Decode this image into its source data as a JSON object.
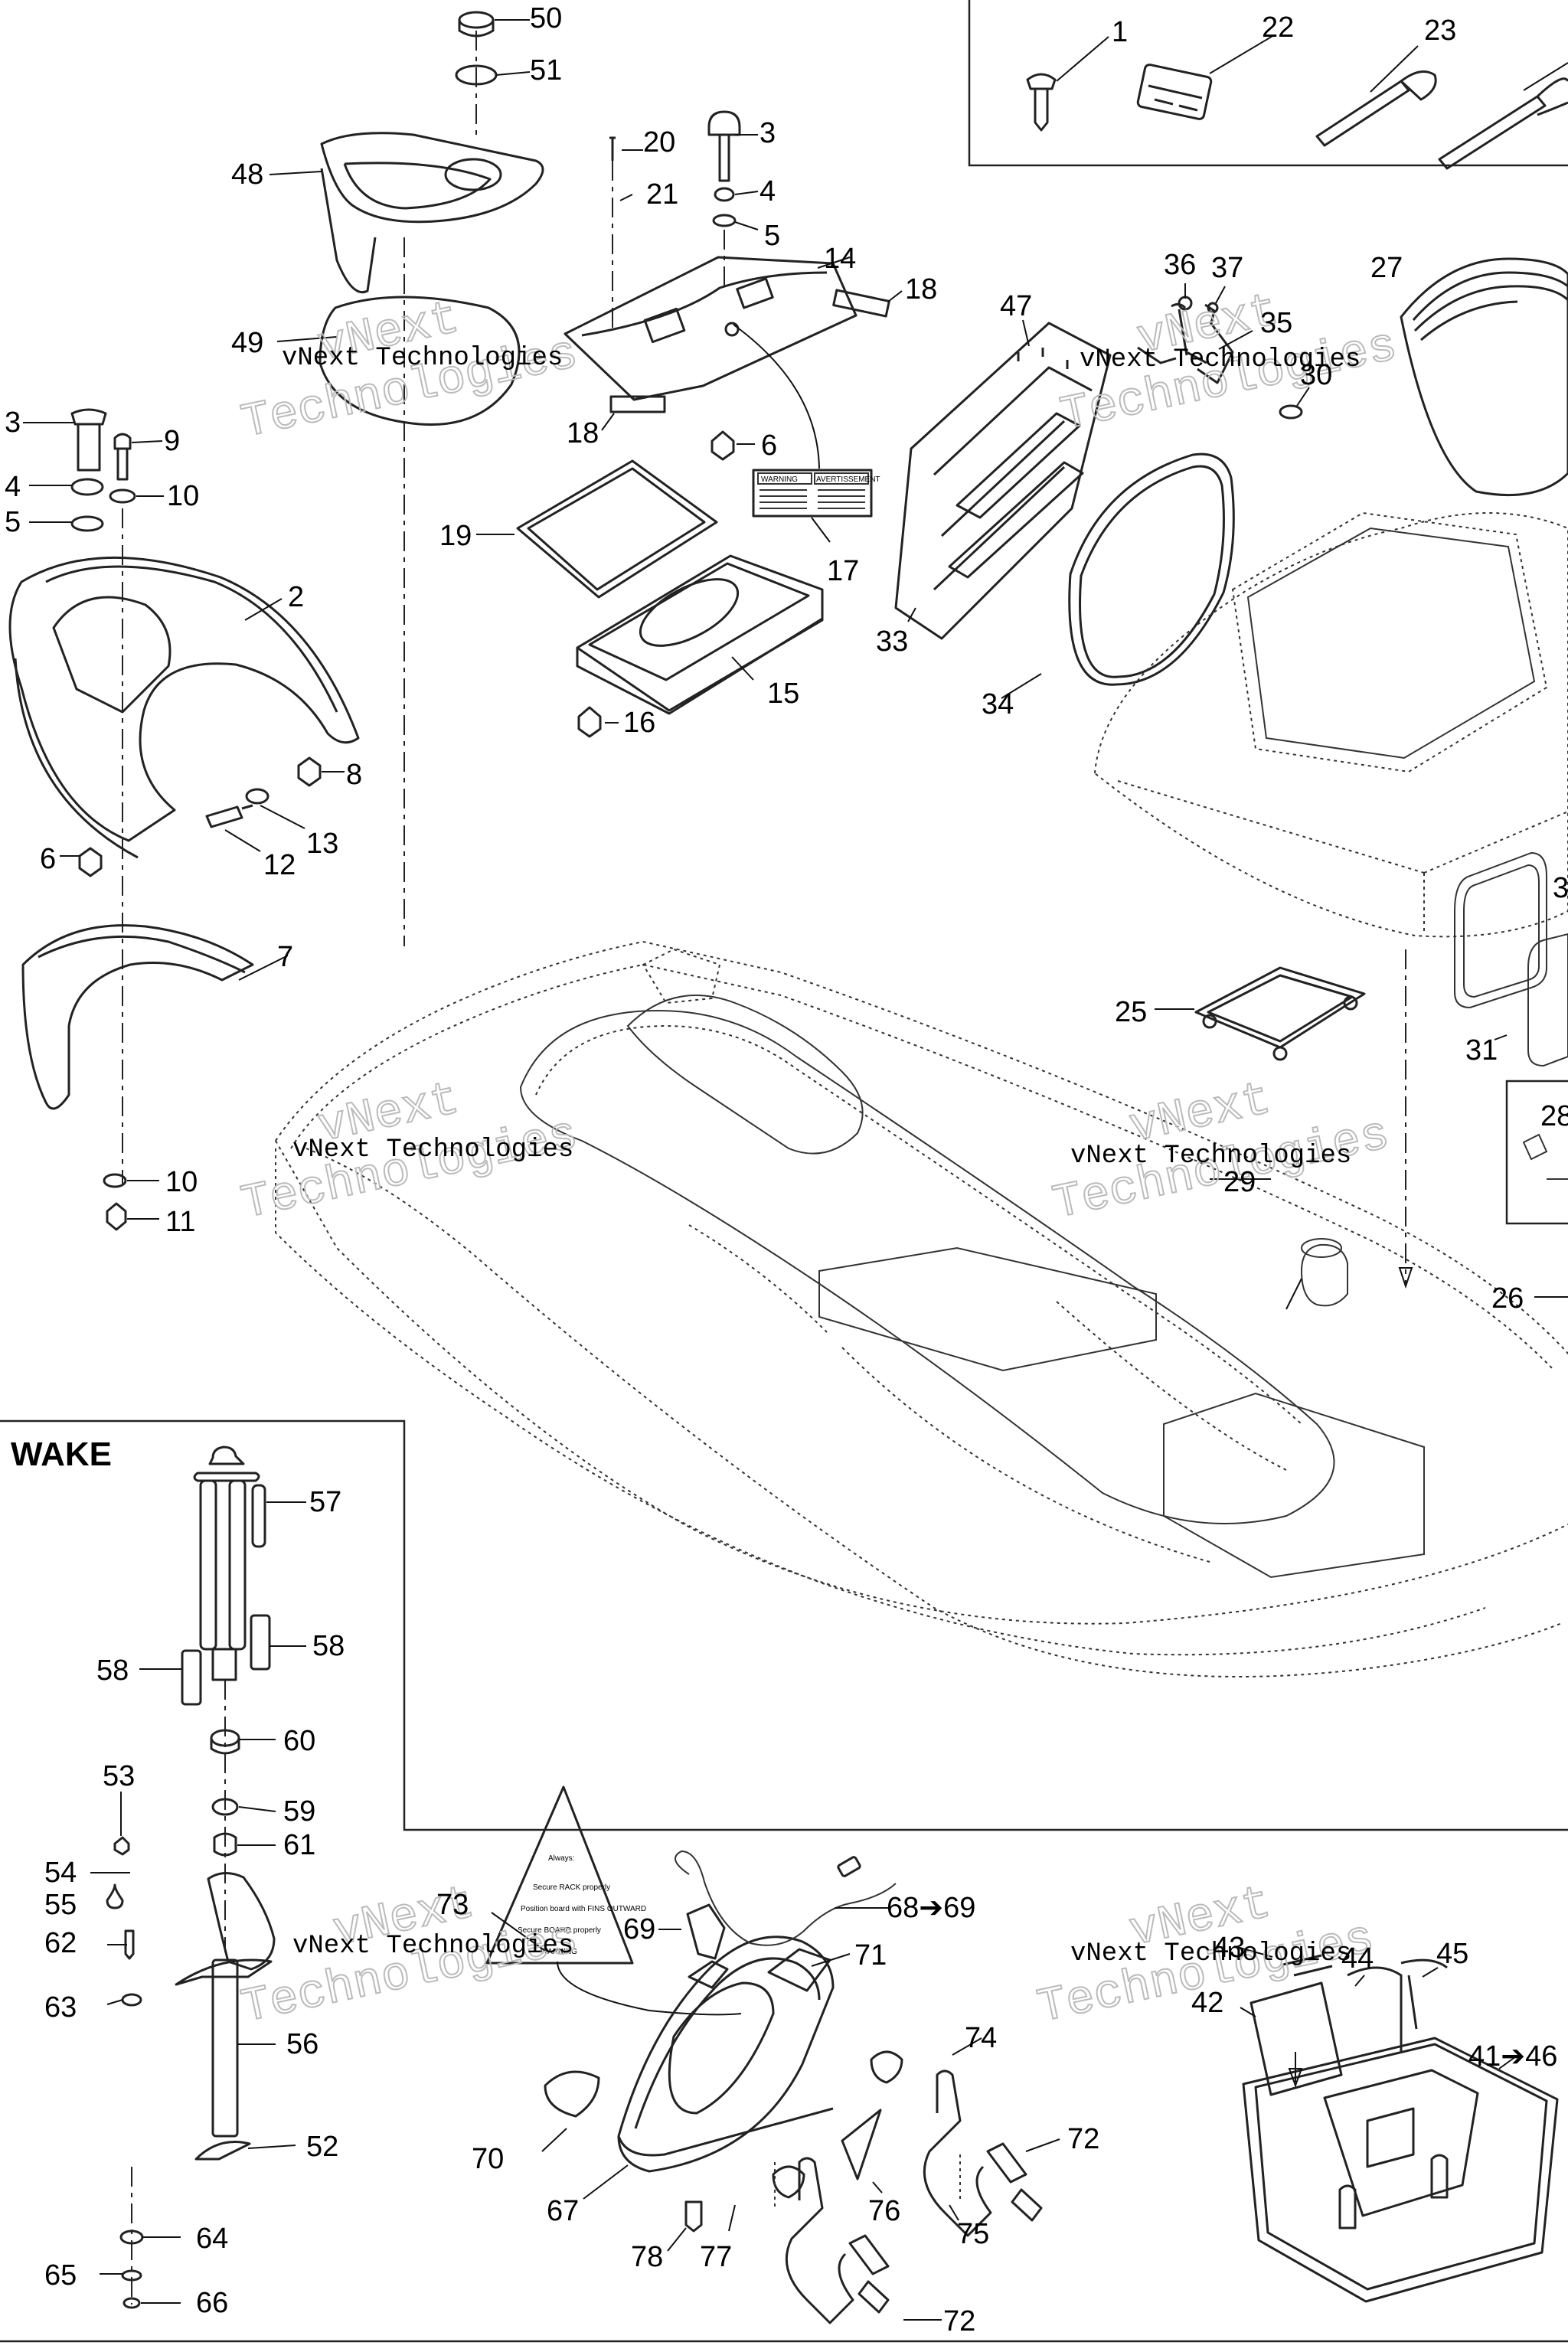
{
  "inset_label": "WAKE",
  "watermark_lines": [
    "vNext Technologies",
    "vNext",
    "Technologies"
  ],
  "decal_17": {
    "heading": "WARNING",
    "heading2": "AVERTISSEMENT"
  },
  "decal_73": {
    "heading": "Always:",
    "lines": [
      "Secure RACK properly",
      "Position board with FINS OUTWARD",
      "Secure BOARD properly"
    ],
    "footer": "WARNING"
  },
  "callouts": [
    {
      "id": "c1",
      "text": "1"
    },
    {
      "id": "c22",
      "text": "22"
    },
    {
      "id": "c23",
      "text": "23"
    },
    {
      "id": "c50",
      "text": "50"
    },
    {
      "id": "c51",
      "text": "51"
    },
    {
      "id": "c48",
      "text": "48"
    },
    {
      "id": "c49",
      "text": "49"
    },
    {
      "id": "c20",
      "text": "20"
    },
    {
      "id": "c3a",
      "text": "3"
    },
    {
      "id": "c21",
      "text": "21"
    },
    {
      "id": "c4a",
      "text": "4"
    },
    {
      "id": "c5a",
      "text": "5"
    },
    {
      "id": "c14",
      "text": "14"
    },
    {
      "id": "c18a",
      "text": "18"
    },
    {
      "id": "c18b",
      "text": "18"
    },
    {
      "id": "c6a",
      "text": "6"
    },
    {
      "id": "c17",
      "text": "17"
    },
    {
      "id": "c19",
      "text": "19"
    },
    {
      "id": "c15",
      "text": "15"
    },
    {
      "id": "c16",
      "text": "16"
    },
    {
      "id": "c47",
      "text": "47"
    },
    {
      "id": "c36",
      "text": "36"
    },
    {
      "id": "c37",
      "text": "37"
    },
    {
      "id": "c35",
      "text": "35"
    },
    {
      "id": "c27",
      "text": "27"
    },
    {
      "id": "c30",
      "text": "30"
    },
    {
      "id": "c33",
      "text": "33"
    },
    {
      "id": "c34",
      "text": "34"
    },
    {
      "id": "c3b",
      "text": "3"
    },
    {
      "id": "c9",
      "text": "9"
    },
    {
      "id": "c4b",
      "text": "4"
    },
    {
      "id": "c10a",
      "text": "10"
    },
    {
      "id": "c5b",
      "text": "5"
    },
    {
      "id": "c2",
      "text": "2"
    },
    {
      "id": "c8",
      "text": "8"
    },
    {
      "id": "c13",
      "text": "13"
    },
    {
      "id": "c12",
      "text": "12"
    },
    {
      "id": "c6b",
      "text": "6"
    },
    {
      "id": "c7",
      "text": "7"
    },
    {
      "id": "c10b",
      "text": "10"
    },
    {
      "id": "c11",
      "text": "11"
    },
    {
      "id": "c25",
      "text": "25"
    },
    {
      "id": "c31",
      "text": "31"
    },
    {
      "id": "c32",
      "text": "3"
    },
    {
      "id": "c28",
      "text": "28"
    },
    {
      "id": "c29",
      "text": "29"
    },
    {
      "id": "c26",
      "text": "26"
    },
    {
      "id": "c57",
      "text": "57"
    },
    {
      "id": "c58a",
      "text": "58"
    },
    {
      "id": "c58b",
      "text": "58"
    },
    {
      "id": "c60",
      "text": "60"
    },
    {
      "id": "c59",
      "text": "59"
    },
    {
      "id": "c61",
      "text": "61"
    },
    {
      "id": "c53",
      "text": "53"
    },
    {
      "id": "c54",
      "text": "54"
    },
    {
      "id": "c55",
      "text": "55"
    },
    {
      "id": "c62",
      "text": "62"
    },
    {
      "id": "c63",
      "text": "63"
    },
    {
      "id": "c56",
      "text": "56"
    },
    {
      "id": "c52",
      "text": "52"
    },
    {
      "id": "c64",
      "text": "64"
    },
    {
      "id": "c65",
      "text": "65"
    },
    {
      "id": "c66",
      "text": "66"
    },
    {
      "id": "c73",
      "text": "73"
    },
    {
      "id": "c69",
      "text": "69"
    },
    {
      "id": "c6869",
      "text": "68➔69"
    },
    {
      "id": "c71",
      "text": "71"
    },
    {
      "id": "c74",
      "text": "74"
    },
    {
      "id": "c70",
      "text": "70"
    },
    {
      "id": "c67",
      "text": "67"
    },
    {
      "id": "c76",
      "text": "76"
    },
    {
      "id": "c72a",
      "text": "72"
    },
    {
      "id": "c75",
      "text": "75"
    },
    {
      "id": "c78",
      "text": "78"
    },
    {
      "id": "c77",
      "text": "77"
    },
    {
      "id": "c72b",
      "text": "72"
    },
    {
      "id": "c43",
      "text": "43"
    },
    {
      "id": "c44",
      "text": "44"
    },
    {
      "id": "c45",
      "text": "45"
    },
    {
      "id": "c42",
      "text": "42"
    },
    {
      "id": "c4146",
      "text": "41➔46"
    }
  ]
}
